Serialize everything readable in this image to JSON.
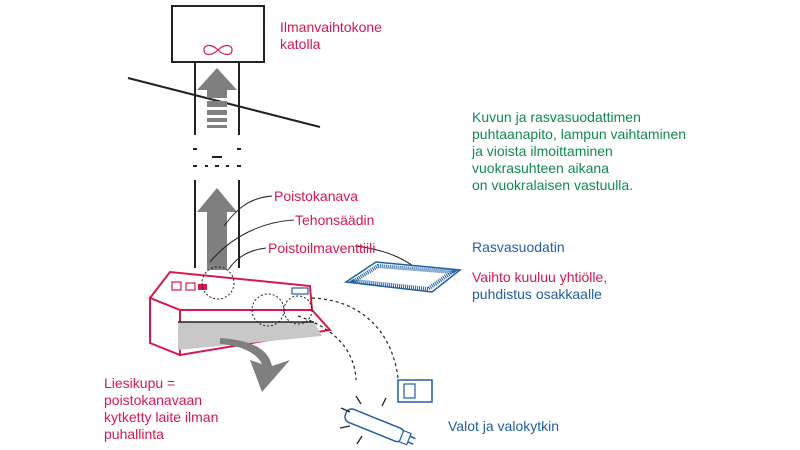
{
  "colors": {
    "accent_red": "#d6184f",
    "accent_blue": "#1f5fa3",
    "accent_green": "#0f8a4f",
    "arrow_gray": "#7f7f7f",
    "line_dark": "#222222"
  },
  "labels": {
    "roof_unit": "Ilmanvaihtokone\nkatolla",
    "exhaust_duct": "Poistokanava",
    "efficiency_control": "Tehonsäädin",
    "exhaust_valve": "Poistoilmaventtiili",
    "responsibility_note": "Kuvun ja rasvasuodattimen\npuhtaanapito, lampun vaihtaminen\nja vioista ilmoittaminen\nvuokrasuhteen aikana\non vuokralaisen vastuulla.",
    "grease_filter": "Rasvasuodatin",
    "grease_filter_note_red": "Vaihto kuuluu yhtiölle,",
    "grease_filter_note_blue": "puhdistus osakkaalle",
    "hood_description": "Liesikupu =\npoistokanavaan\nkytketty laite ilman\npuhallinta",
    "lights_switch": "Valot ja valokytkin"
  },
  "icons": [
    "fan-icon",
    "lamp-icon",
    "switch-icon",
    "grease-filter-icon"
  ]
}
